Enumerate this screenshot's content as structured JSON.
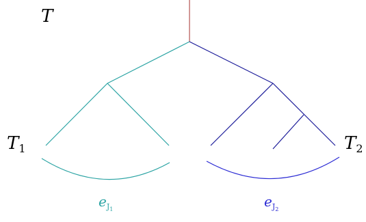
{
  "labels": {
    "tree": "T",
    "left_subtree_base": "T",
    "left_subtree_sub": "1",
    "right_subtree_base": "T",
    "right_subtree_sub": "2",
    "left_edge_base": "e",
    "left_edge_sub": "J",
    "left_edge_subsub": "1",
    "right_edge_base": "e",
    "right_edge_sub": "J",
    "right_edge_subsub": "2"
  },
  "colors": {
    "root_edge": "#b5544f",
    "left_subtree": "#2aa3a3",
    "right_subtree": "#1a1a99",
    "right_arc": "#2b2bd4",
    "left_label": "#2aa3a3",
    "right_label": "#2b2bd4",
    "text": "#000000"
  }
}
